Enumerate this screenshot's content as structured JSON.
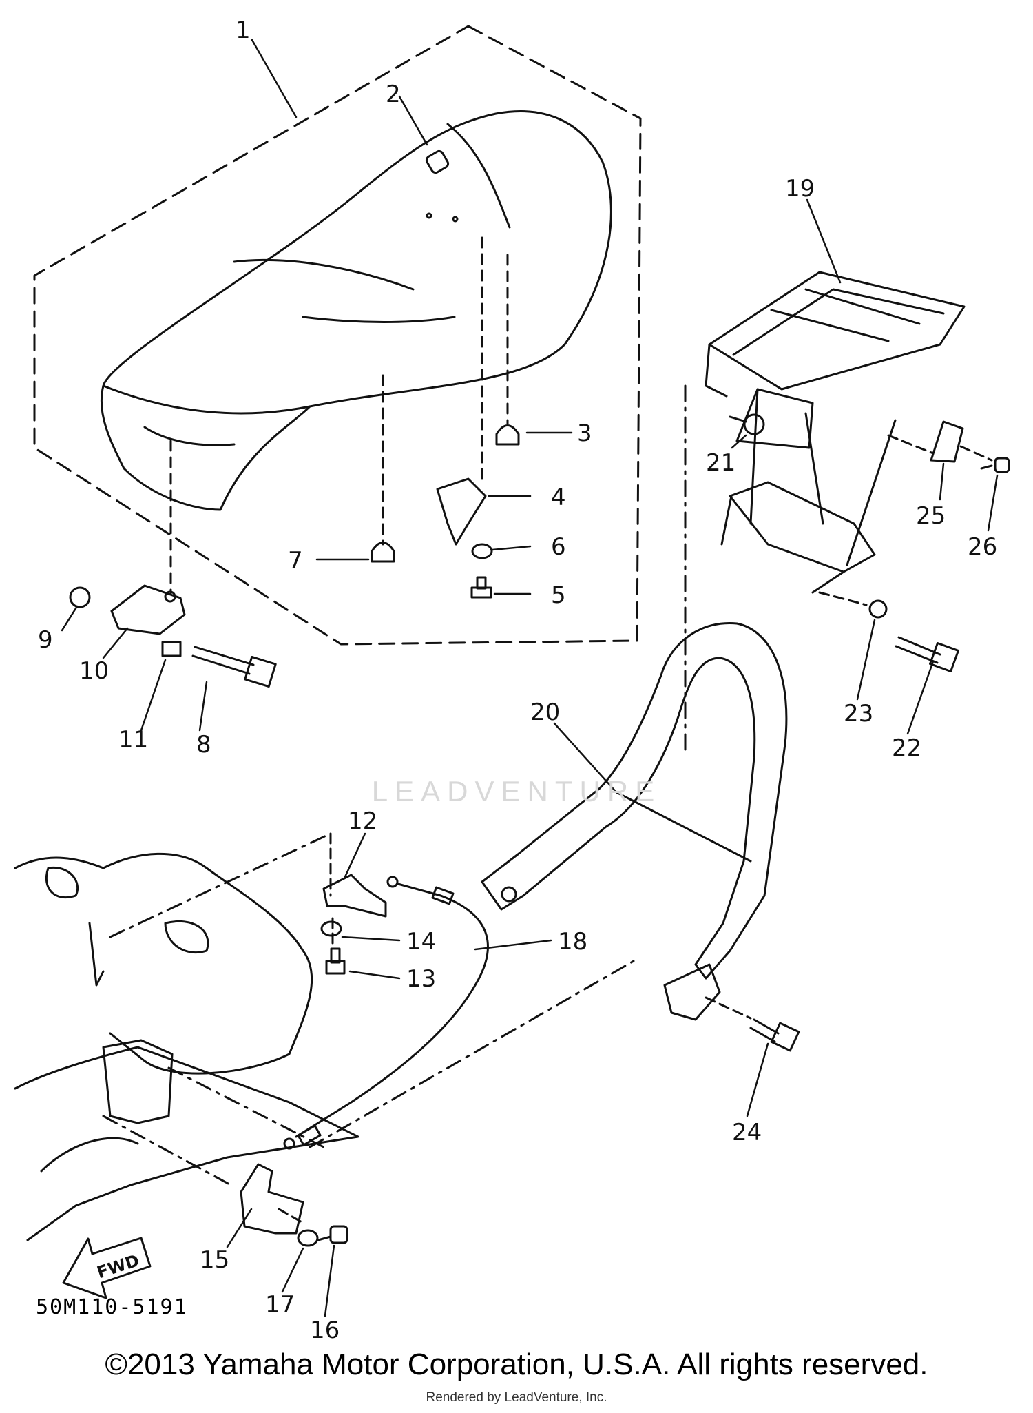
{
  "diagram": {
    "code": "50M110-5191",
    "direction_label": "FWD",
    "callouts": [
      "1",
      "2",
      "3",
      "4",
      "5",
      "6",
      "7",
      "8",
      "9",
      "10",
      "11",
      "12",
      "13",
      "14",
      "15",
      "16",
      "17",
      "18",
      "19",
      "20",
      "21",
      "22",
      "23",
      "24",
      "25",
      "26"
    ]
  },
  "watermark": "LEADVENTURE",
  "footer": {
    "copyright": "©2013 Yamaha Motor Corporation, U.S.A. All rights reserved.",
    "rendered_by": "Rendered by LeadVenture, Inc."
  }
}
